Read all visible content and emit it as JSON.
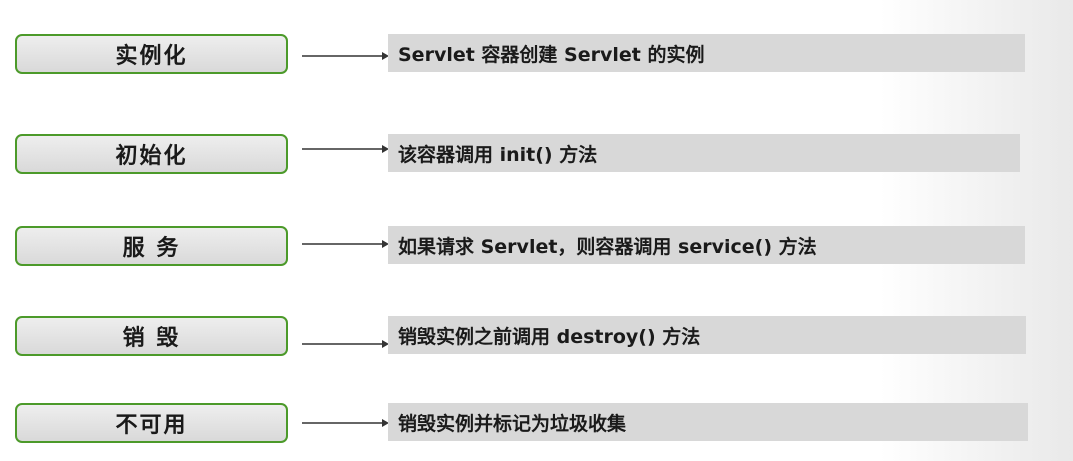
{
  "lifecycle": {
    "stages": [
      {
        "label": "实例化",
        "description": "Servlet 容器创建 Servlet 的实例"
      },
      {
        "label": "初始化",
        "description": "该容器调用 init() 方法"
      },
      {
        "label": "服 务",
        "description": "如果请求 Servlet，则容器调用 service() 方法"
      },
      {
        "label": "销 毁",
        "description": "销毁实例之前调用 destroy() 方法"
      },
      {
        "label": "不可用",
        "description": "销毁实例并标记为垃圾收集"
      }
    ]
  },
  "colors": {
    "stage_border": "#4c9a2a",
    "stage_fill": "#dcdcdc",
    "description_fill": "#d8d8d8",
    "arrow": "#333333"
  }
}
